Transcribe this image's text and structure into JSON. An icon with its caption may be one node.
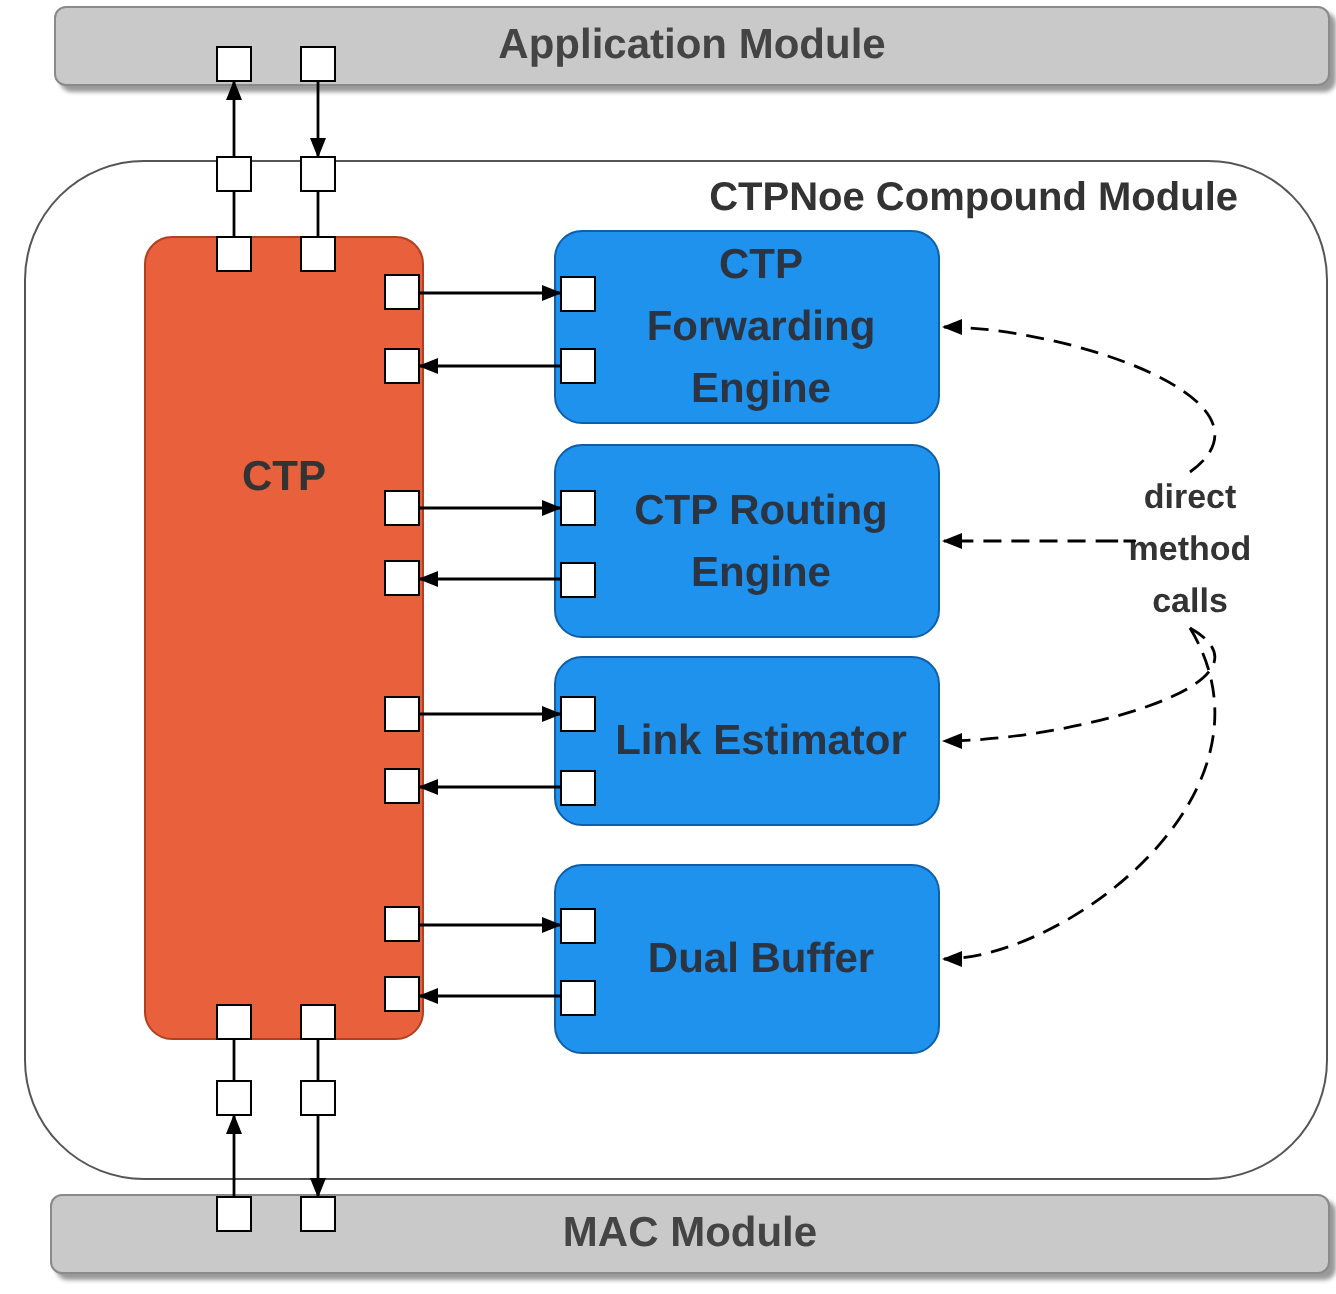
{
  "diagram": {
    "nodes": [
      {
        "text": [
          "Application Module"
        ]
      },
      {
        "text": [
          "CTPNoe Compound Module"
        ]
      },
      {
        "text": [
          "CTP"
        ],
        "in": 1
      },
      {
        "text": [
          "CTP Forwarding Engine"
        ],
        "in": 1
      },
      {
        "text": [
          "CTP Routing Engine"
        ],
        "in": 1
      },
      {
        "text": [
          "Link Estimator"
        ],
        "in": 1
      },
      {
        "text": [
          "Dual Buffer"
        ],
        "in": 1
      },
      {
        "text": [
          "direct method calls"
        ],
        "in": 1
      },
      {
        "text": [
          "MAC Module"
        ]
      },
      {
        "text": [],
        "shape": "box",
        "in": 0
      },
      {
        "text": [],
        "shape": "box",
        "in": 0
      },
      {
        "text": [],
        "shape": "box"
      },
      {
        "text": [],
        "shape": "box"
      },
      {
        "text": [],
        "shape": "box",
        "in": 2
      },
      {
        "text": [],
        "shape": "box",
        "in": 2
      },
      {
        "text": [],
        "shape": "box",
        "in": 2
      },
      {
        "text": [],
        "shape": "box",
        "in": 2
      },
      {
        "text": [],
        "shape": "box",
        "in": 2
      },
      {
        "text": [],
        "shape": "box",
        "in": 2
      },
      {
        "text": [],
        "shape": "box",
        "in": 2
      },
      {
        "text": [],
        "shape": "box",
        "in": 2
      },
      {
        "text": [],
        "shape": "box",
        "in": 2
      },
      {
        "text": [],
        "shape": "box",
        "in": 2
      },
      {
        "text": [],
        "shape": "box",
        "in": 3
      },
      {
        "text": [],
        "shape": "box",
        "in": 3
      },
      {
        "text": [],
        "shape": "box",
        "in": 4
      },
      {
        "text": [],
        "shape": "box",
        "in": 4
      },
      {
        "text": [],
        "shape": "box",
        "in": 5
      },
      {
        "text": [],
        "shape": "box",
        "in": 5
      },
      {
        "text": [],
        "shape": "box",
        "in": 6
      },
      {
        "text": [],
        "shape": "box",
        "in": 6
      },
      {
        "text": [],
        "shape": "box",
        "in": 2
      },
      {
        "text": [],
        "shape": "box",
        "in": 2
      },
      {
        "text": [],
        "shape": "box",
        "in": 1
      },
      {
        "text": [],
        "shape": "box",
        "in": 1
      },
      {
        "text": [],
        "shape": "box",
        "in": 8
      },
      {
        "text": [],
        "shape": "box",
        "in": 8
      }
    ],
    "edges": [
      {
        "from": 11,
        "to": 9,
        "arrow": "to"
      },
      {
        "from": 10,
        "to": 12,
        "arrow": "to"
      },
      {
        "from": 11,
        "to": 13,
        "arrow": "none"
      },
      {
        "from": 12,
        "to": 14,
        "arrow": "none"
      },
      {
        "from": 15,
        "to": 23,
        "arrow": "to"
      },
      {
        "from": 24,
        "to": 16,
        "arrow": "to"
      },
      {
        "from": 17,
        "to": 25,
        "arrow": "to"
      },
      {
        "from": 26,
        "to": 18,
        "arrow": "to"
      },
      {
        "from": 19,
        "to": 27,
        "arrow": "to"
      },
      {
        "from": 28,
        "to": 20,
        "arrow": "to"
      },
      {
        "from": 21,
        "to": 29,
        "arrow": "to"
      },
      {
        "from": 30,
        "to": 22,
        "arrow": "to"
      },
      {
        "from": 31,
        "to": 33,
        "arrow": "none"
      },
      {
        "from": 32,
        "to": 34,
        "arrow": "none"
      },
      {
        "from": 35,
        "to": 33,
        "arrow": "to"
      },
      {
        "from": 34,
        "to": 36,
        "arrow": "to"
      },
      {
        "from": 7,
        "to": 3,
        "arrow": "to",
        "style": "dashed"
      },
      {
        "from": 7,
        "to": 4,
        "arrow": "to",
        "style": "dashed"
      },
      {
        "from": 7,
        "to": 5,
        "arrow": "to",
        "style": "dashed"
      },
      {
        "from": 7,
        "to": 6,
        "arrow": "to",
        "style": "dashed"
      }
    ]
  }
}
